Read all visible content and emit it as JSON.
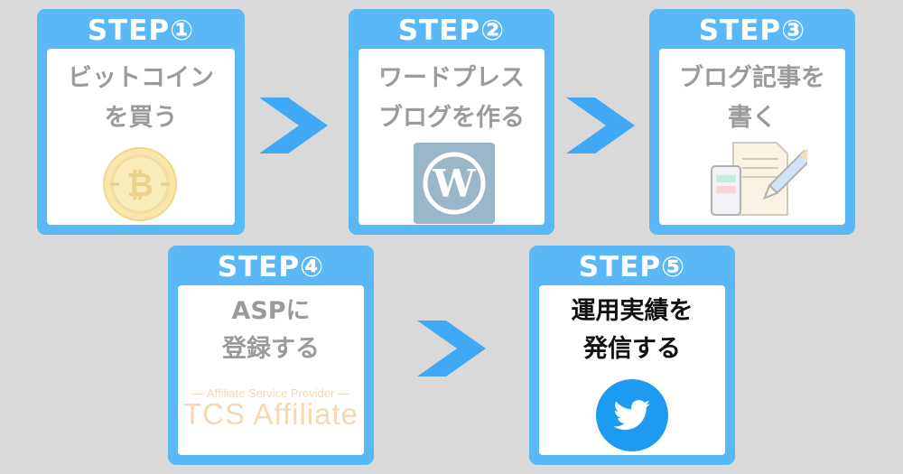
{
  "steps": [
    {
      "header": "STEP①",
      "title_line1": "ビットコイン",
      "title_line2": "を買う",
      "icon": "bitcoin-icon",
      "active": false
    },
    {
      "header": "STEP②",
      "title_line1": "ワードプレス",
      "title_line2": "ブログを作る",
      "icon": "wordpress-icon",
      "active": false
    },
    {
      "header": "STEP③",
      "title_line1": "ブログ記事を",
      "title_line2": "書く",
      "icon": "document-pen-icon",
      "active": false
    },
    {
      "header": "STEP④",
      "title_line1": "ASPに",
      "title_line2": "登録する",
      "icon": "tcs-affiliate-logo",
      "logo_subtitle": "— Affiliate Service Provider —",
      "logo_text": "TCS Affiliate",
      "active": false
    },
    {
      "header": "STEP⑤",
      "title_line1": "運用実績を",
      "title_line2": "発信する",
      "icon": "twitter-icon",
      "active": true
    }
  ],
  "colors": {
    "background": "#d9d9d9",
    "card_blue": "#5ab8f7",
    "arrow_blue": "#3fa9f5",
    "twitter_blue": "#1d9bf0",
    "wordpress_bg": "#9fb3c8",
    "bitcoin_gold": "#f2c94c",
    "tcs_orange": "#e7a95c"
  }
}
